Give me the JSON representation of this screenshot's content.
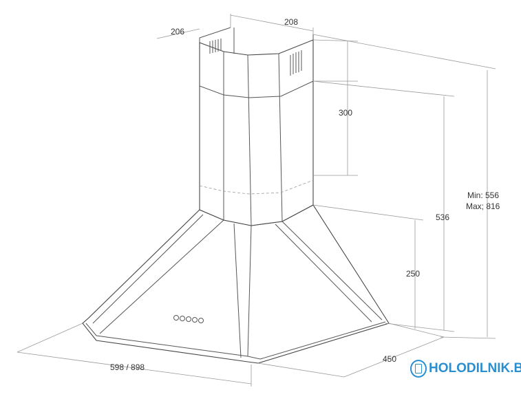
{
  "dimensions": {
    "chimney_depth": "206",
    "chimney_width": "208",
    "chimney_extension": "300",
    "total_height": "536",
    "height_range_min": "Min: 556",
    "height_range_max": "Max; 816",
    "hood_height": "250",
    "width": "598 / 898",
    "depth": "450"
  },
  "logo": {
    "text": "HOLODILNIK.BY",
    "color": "#2a8fd0"
  }
}
